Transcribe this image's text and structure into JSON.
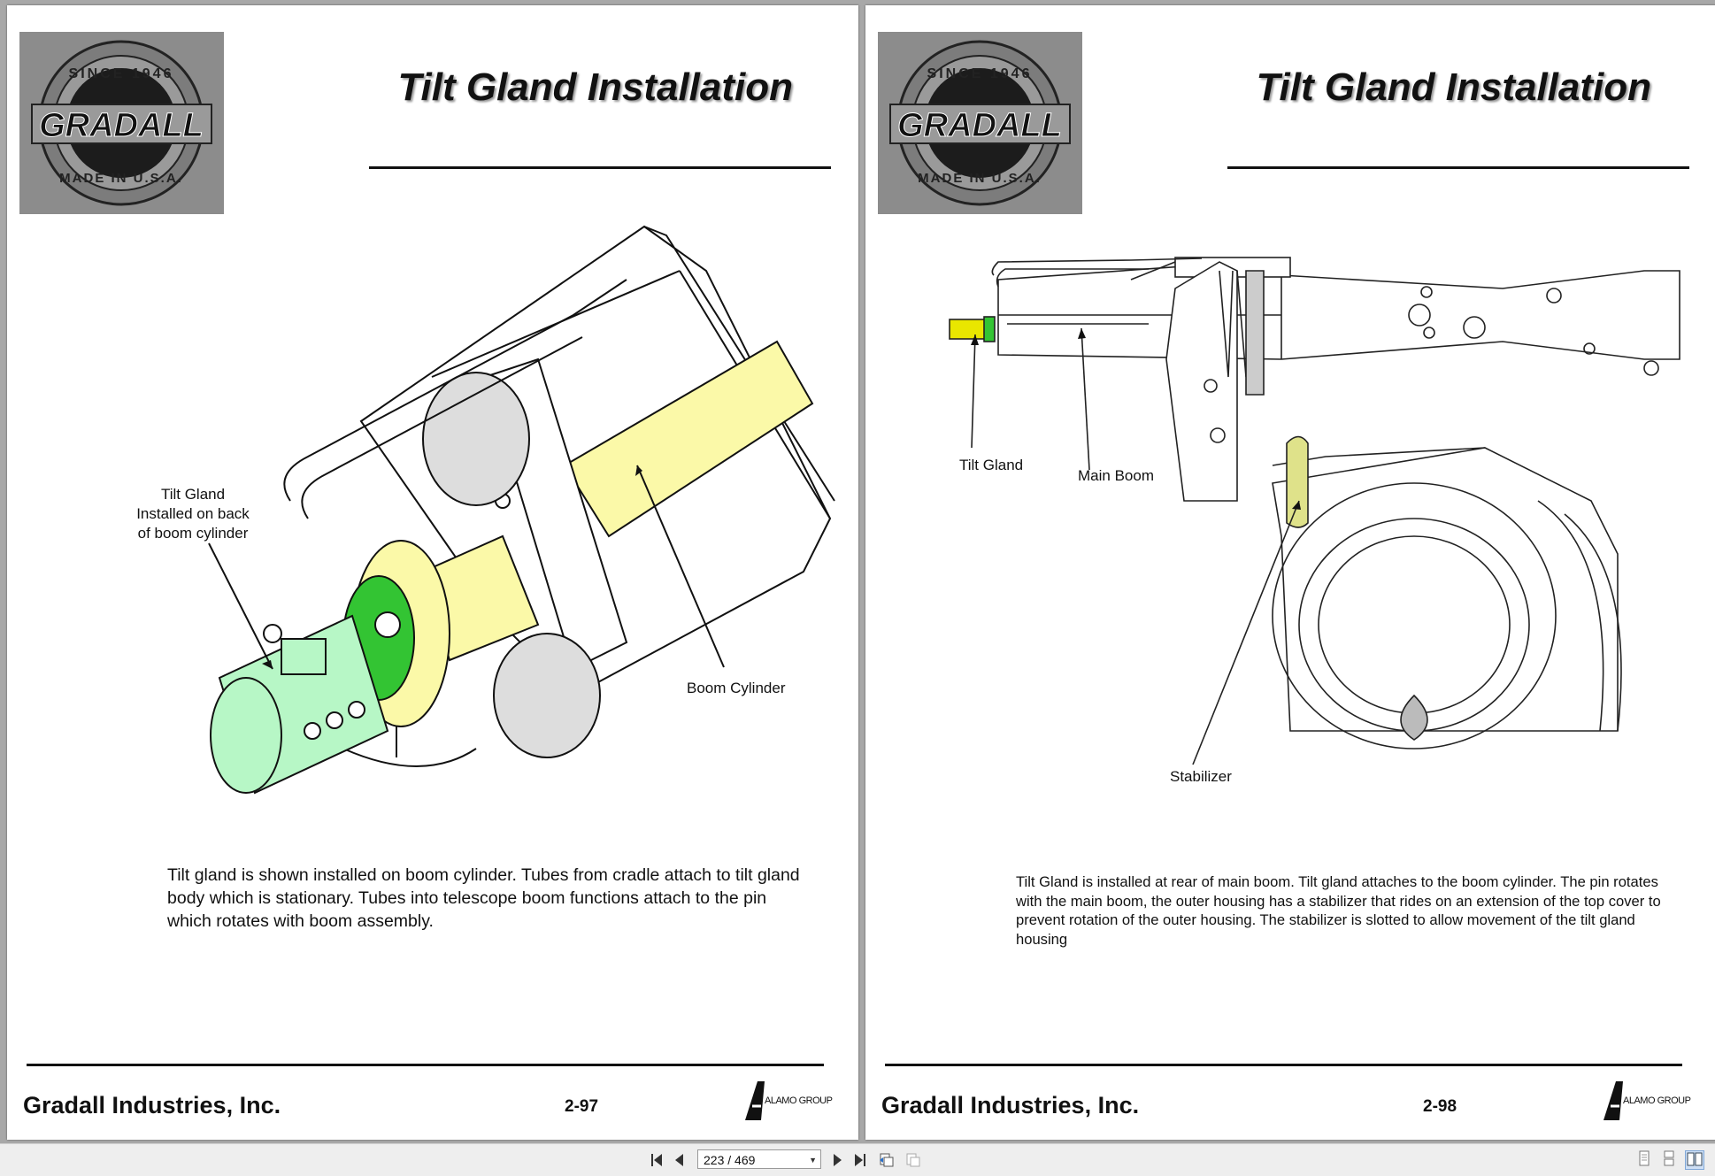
{
  "pages": [
    {
      "title": "Tilt Gland Installation",
      "labels": {
        "tilt_gland": [
          "Tilt Gland",
          "Installed on back",
          "of boom cylinder"
        ],
        "boom_cylinder": "Boom Cylinder"
      },
      "body": "Tilt gland is shown installed on boom cylinder. Tubes from cradle attach to tilt gland body which is stationary. Tubes into telescope boom functions attach to the pin which rotates with boom assembly.",
      "footer": {
        "company": "Gradall Industries, Inc.",
        "page_number": "2-97",
        "alamo": "ALAMO GROUP"
      }
    },
    {
      "title": "Tilt Gland Installation",
      "labels": {
        "tilt_gland": "Tilt Gland",
        "main_boom": "Main Boom",
        "stabilizer": "Stabilizer"
      },
      "body": "Tilt Gland is installed at rear of main boom. Tilt gland attaches to the boom cylinder. The pin rotates with the main boom, the outer housing has a stabilizer that rides on an extension of the top cover to prevent rotation of the outer housing. The stabilizer is slotted to allow movement of the tilt gland housing",
      "footer": {
        "company": "Gradall Industries, Inc.",
        "page_number": "2-98",
        "alamo": "ALAMO GROUP"
      }
    }
  ],
  "logo": {
    "top_text": "SINCE 1946",
    "brand": "GRADALL",
    "bottom_text": "MADE IN U.S.A."
  },
  "toolbar": {
    "page_indicator": "223 / 469",
    "icons": [
      "first-page-icon",
      "prev-page-icon",
      "next-page-icon",
      "last-page-icon",
      "previous-view-icon",
      "next-view-icon",
      "single-page-view-icon",
      "continuous-view-icon",
      "two-page-view-icon"
    ]
  },
  "colors": {
    "highlight_yellow": "#fbf9a8",
    "gland_green": "#b7f7c6",
    "flange_green": "#33c433",
    "logo_gray": "#8c8c8c"
  }
}
